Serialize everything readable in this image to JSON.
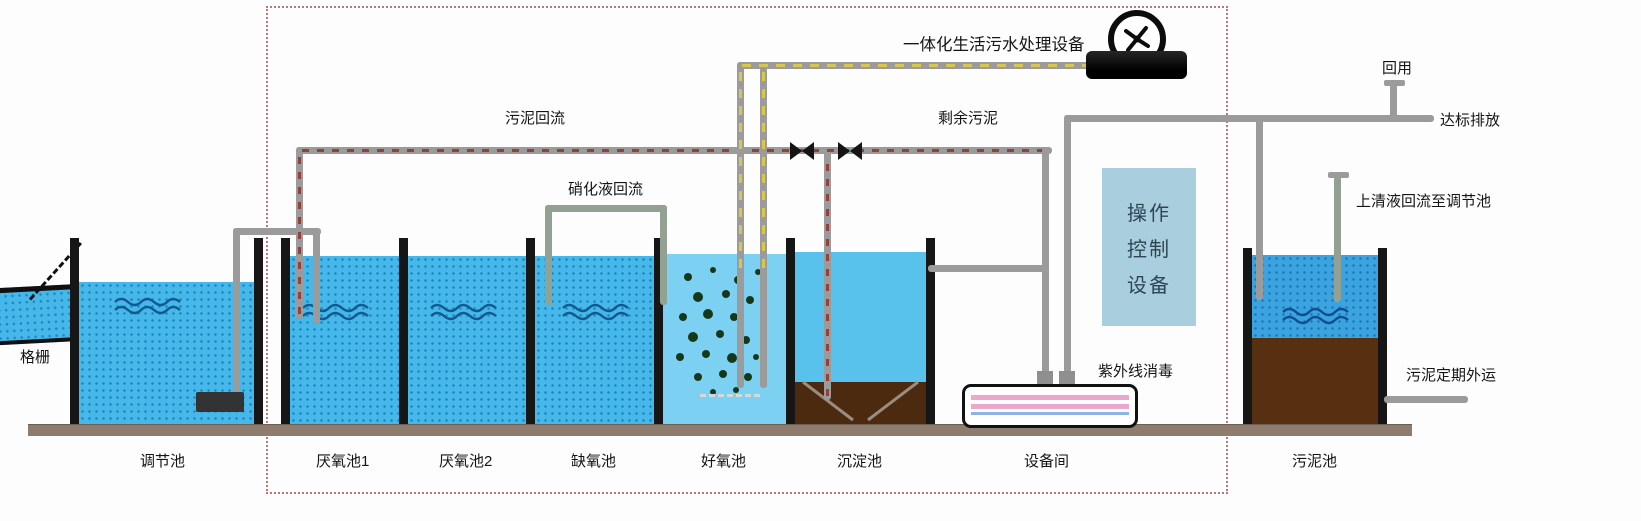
{
  "diagram": {
    "title": "一体化生活污水处理设备",
    "flow_labels": {
      "sludge_return": "污泥回流",
      "nitrified_return": "硝化液回流",
      "excess_sludge": "剩余污泥",
      "reuse": "回用",
      "discharge": "达标排放",
      "supernatant_return": "上清液回流至调节池",
      "uv_disinfection": "紫外线消毒",
      "sludge_out": "污泥定期外运",
      "screen": "格栅"
    },
    "control_box_lines": [
      "操作",
      "控制",
      "设备"
    ],
    "tank_labels": {
      "regulation": "调节池",
      "anaerobic1": "厌氧池1",
      "anaerobic2": "厌氧池2",
      "anoxic": "缺氧池",
      "aerobic": "好氧池",
      "sedimentation": "沉淀池",
      "equipment_room": "设备间",
      "sludge": "污泥池"
    },
    "colors": {
      "water": "#45b7e9",
      "water_dots": "#1f86c0",
      "aerobic_water": "#7cd0f2",
      "clarifier_water": "#58c2ec",
      "sludge_brown": "#4b2a10",
      "pipe_gray": "#9b9b9b",
      "air_dash_yellow": "#d7c74e",
      "sludge_dash_red": "#94413c",
      "dotted_border": "#b87878",
      "control_box_blue": "#a9cede"
    }
  }
}
